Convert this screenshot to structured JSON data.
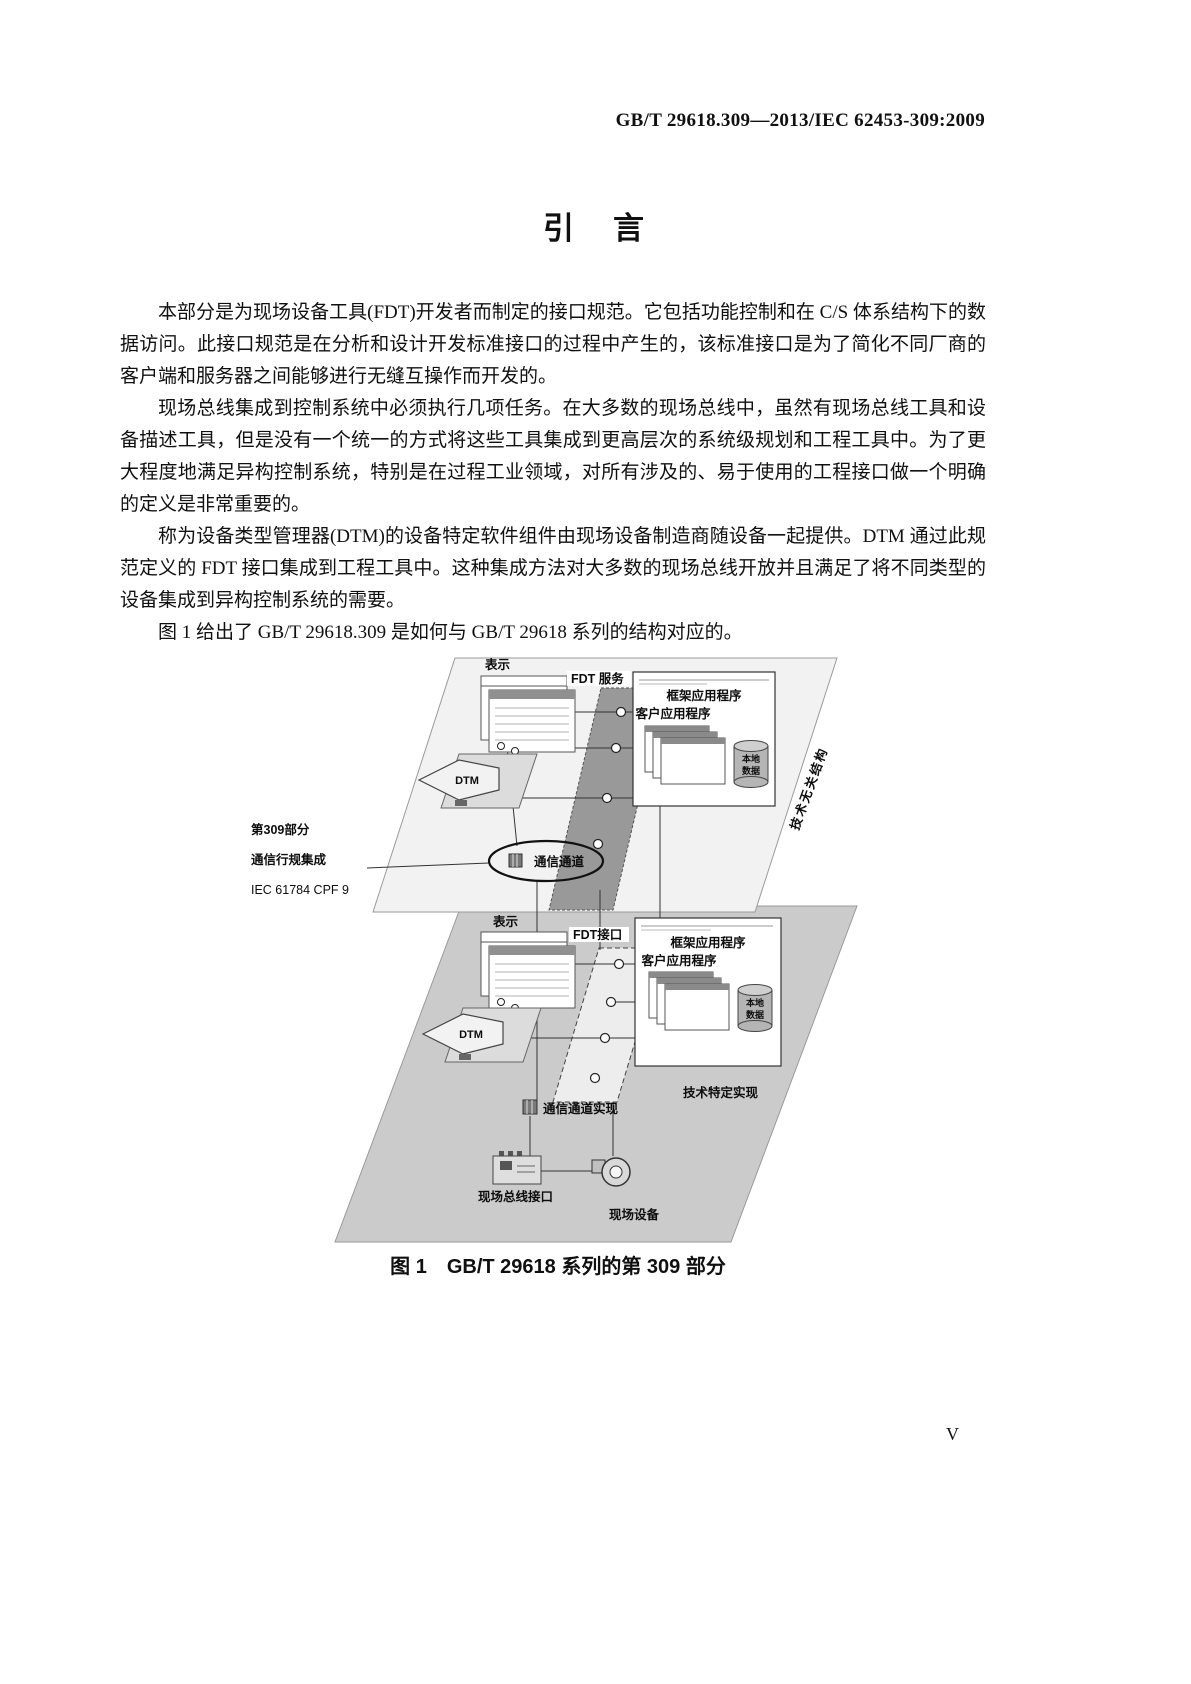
{
  "header": {
    "doc_number": "GB/T 29618.309—2013/IEC 62453-309:2009"
  },
  "title": "引　言",
  "body": {
    "p1": "本部分是为现场设备工具(FDT)开发者而制定的接口规范。它包括功能控制和在 C/S 体系结构下的数据访问。此接口规范是在分析和设计开发标准接口的过程中产生的，该标准接口是为了简化不同厂商的客户端和服务器之间能够进行无缝互操作而开发的。",
    "p2": "现场总线集成到控制系统中必须执行几项任务。在大多数的现场总线中，虽然有现场总线工具和设备描述工具，但是没有一个统一的方式将这些工具集成到更高层次的系统级规划和工程工具中。为了更大程度地满足异构控制系统，特别是在过程工业领域，对所有涉及的、易于使用的工程接口做一个明确的定义是非常重要的。",
    "p3": "称为设备类型管理器(DTM)的设备特定软件组件由现场设备制造商随设备一起提供。DTM 通过此规范定义的 FDT 接口集成到工程工具中。这种集成方法对大多数的现场总线开放并且满足了将不同类型的设备集成到异构控制系统的需要。",
    "p4": "图 1 给出了 GB/T 29618.309 是如何与 GB/T 29618 系列的结构对应的。"
  },
  "figure": {
    "caption": "图 1　GB/T 29618 系列的第 309 部分",
    "upper": {
      "display": "表示",
      "fdt_service": "FDT 服务",
      "framework_app": "框架应用程序",
      "client_app": "客户应用程序",
      "local_line1": "本地",
      "local_line2": "数据",
      "dtm": "DTM",
      "tech_independent": "技术无关结构",
      "comm_channel": "通信通道"
    },
    "side": {
      "part": "第309部分",
      "integration": "通信行规集成",
      "iec": "IEC 61784 CPF 9"
    },
    "lower": {
      "display": "表示",
      "fdt_interface": "FDT接口",
      "framework_app": "框架应用程序",
      "client_app": "客户应用程序",
      "local_line1": "本地",
      "local_line2": "数据",
      "dtm": "DTM",
      "tech_specific": "技术特定实现",
      "comm_impl": "通信通道实现",
      "fieldbus_if": "现场总线接口",
      "field_device": "现场设备"
    }
  },
  "footer": {
    "page_number": "V"
  }
}
